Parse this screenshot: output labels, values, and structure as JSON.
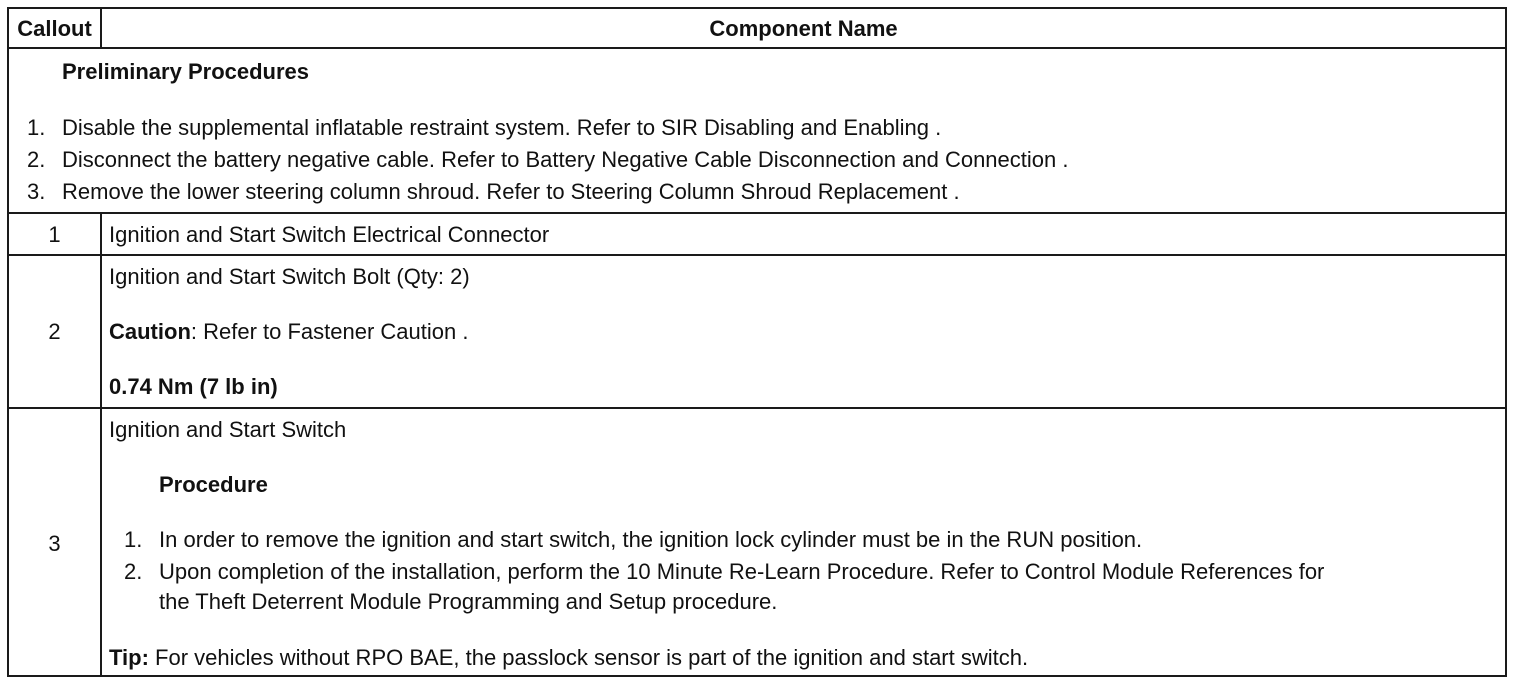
{
  "header": {
    "callout": "Callout",
    "component_name": "Component Name"
  },
  "preliminary": {
    "title": "Preliminary Procedures",
    "steps": [
      {
        "num": "1.",
        "text": "Disable the supplemental inflatable restraint system. Refer to SIR Disabling and Enabling ."
      },
      {
        "num": "2.",
        "text": "Disconnect the battery negative cable. Refer to Battery Negative Cable Disconnection and Connection ."
      },
      {
        "num": "3.",
        "text": "Remove the lower steering column shroud. Refer to Steering Column Shroud Replacement ."
      }
    ]
  },
  "rows": [
    {
      "callout": "1",
      "name": "Ignition and Start Switch Electrical Connector"
    },
    {
      "callout": "2",
      "name": "Ignition and Start Switch Bolt (Qty: 2)",
      "caution_label": "Caution",
      "caution_text": ": Refer to Fastener Caution .",
      "torque": "0.74 Nm (7 lb in)"
    },
    {
      "callout": "3",
      "name": "Ignition and Start Switch",
      "procedure_title": "Procedure",
      "steps": [
        {
          "num": "1.",
          "text": "In order to remove the ignition and start switch, the ignition lock cylinder must be in the RUN position."
        },
        {
          "num": "2.",
          "text": "Upon completion of the installation, perform the 10 Minute Re-Learn Procedure. Refer to Control Module References for",
          "text2": "the Theft Deterrent Module Programming and Setup procedure."
        }
      ],
      "tip_label": "Tip:",
      "tip_text": " For vehicles without RPO BAE, the passlock sensor is part of the ignition and start switch."
    }
  ]
}
